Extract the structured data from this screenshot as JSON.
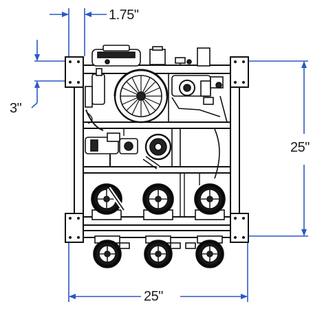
{
  "diagram": {
    "labels": {
      "top_offset": "1.75\"",
      "left_offset": "3\"",
      "height": "25\"",
      "width": "25\""
    },
    "colors": {
      "dimension_line": "#2b59c3",
      "frame": "#111111",
      "background": "#ffffff"
    }
  }
}
